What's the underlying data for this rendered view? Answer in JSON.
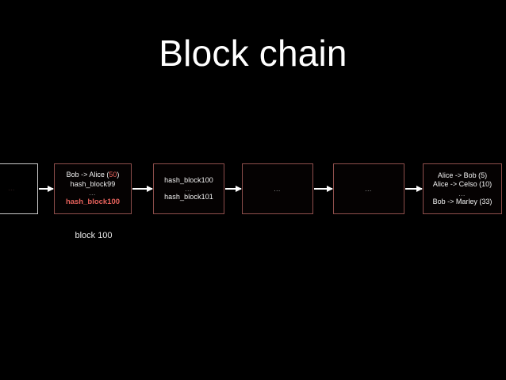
{
  "slide": {
    "title": "Block chain",
    "background_color": "#000000",
    "title_color": "#ffffff",
    "block_border_color": "#8f4f4c",
    "edge_block_border_color": "#c9c9c9",
    "highlight_color": "#e8625c",
    "arrow_color": "#ffffff",
    "ellipsis": "…",
    "caption": "block 100"
  },
  "chain": {
    "blocks": [
      {
        "id": "block-partial-left",
        "style": "edge",
        "truncated": true,
        "lines": [
          {
            "text": "…",
            "kind": "faint-dots"
          }
        ]
      },
      {
        "id": "block-100",
        "style": "chain",
        "truncated": false,
        "lines": [
          {
            "text": "Bob -> Alice (",
            "kind": "tx-prefix",
            "amount": "50",
            "suffix": ")"
          },
          {
            "text": "hash_block99",
            "kind": "hash"
          },
          {
            "text": "…",
            "kind": "dots"
          },
          {
            "text": "hash_block100",
            "kind": "hash-highlight"
          }
        ]
      },
      {
        "id": "block-101",
        "style": "chain",
        "truncated": false,
        "lines": [
          {
            "text": "hash_block100",
            "kind": "hash"
          },
          {
            "text": "…",
            "kind": "dots"
          },
          {
            "text": "hash_block101",
            "kind": "hash"
          }
        ]
      },
      {
        "id": "block-ellipsis-1",
        "style": "chain",
        "truncated": false,
        "lines": [
          {
            "text": "…",
            "kind": "dots"
          }
        ]
      },
      {
        "id": "block-ellipsis-2",
        "style": "chain",
        "truncated": false,
        "lines": [
          {
            "text": "…",
            "kind": "dots"
          }
        ]
      },
      {
        "id": "block-latest",
        "style": "chain",
        "truncated": false,
        "lines": [
          {
            "text": "Alice -> Bob (5)",
            "kind": "tx"
          },
          {
            "text": "Alice -> Celso (10)",
            "kind": "tx"
          },
          {
            "text": "…",
            "kind": "dots"
          },
          {
            "text": "Bob -> Marley (33)",
            "kind": "tx"
          }
        ]
      }
    ],
    "arrow_count": 5
  },
  "texts": {
    "b0_dots": "…",
    "b1_l1_pre": "Bob -> Alice (",
    "b1_l1_amount": "50",
    "b1_l1_post": ")",
    "b1_l2": "hash_block99",
    "b1_l3": "…",
    "b1_l4": "hash_block100",
    "b2_l1": "hash_block100",
    "b2_l2": "…",
    "b2_l3": "hash_block101",
    "b3_l1": "…",
    "b4_l1": "…",
    "b5_l1": "Alice -> Bob (5)",
    "b5_l2": "Alice -> Celso (10)",
    "b5_l3": "…",
    "b5_l4": "Bob -> Marley (33)"
  }
}
